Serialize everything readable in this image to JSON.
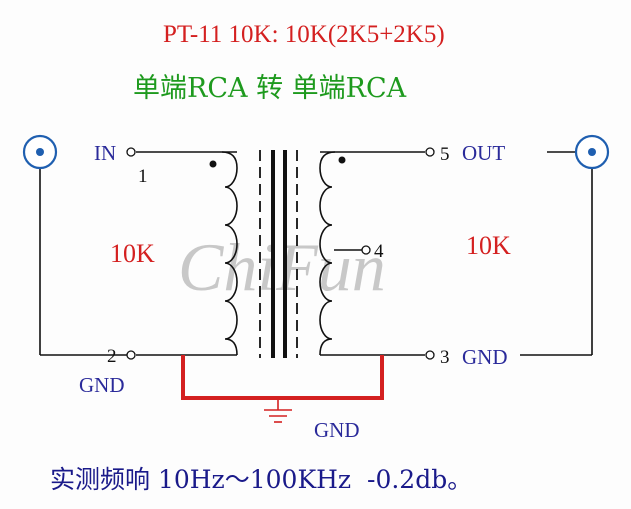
{
  "title": "PT-11 10K: 10K(2K5+2K5)",
  "subtitle": "单端RCA 转 单端RCA",
  "watermark": "ChiFun",
  "footer": "实测频响 10Hz～100KHz  -0.2db。",
  "primary": {
    "in_label": "IN",
    "pin_top": "1",
    "pin_bottom": "2",
    "gnd_label": "GND",
    "impedance": "10K"
  },
  "secondary": {
    "out_label": "OUT",
    "pin_top": "5",
    "pin_tap": "4",
    "pin_bottom": "3",
    "gnd_label": "GND",
    "impedance": "10K"
  },
  "ground_label": "GND",
  "colors": {
    "title": "#d42020",
    "subtitle": "#1e9a1e",
    "label_blue": "#2a2a9a",
    "impedance": "#d42020",
    "ground_wire": "#d42020",
    "ground_symbol": "#d42020",
    "connector": "#1f5fb0",
    "wire": "#111111",
    "footer": "#1a1a8a",
    "watermark": "#c8c8c8"
  },
  "icons": {
    "input_connector": "rca-jack-icon",
    "output_connector": "rca-jack-icon",
    "ground_symbol": "ground-icon"
  }
}
